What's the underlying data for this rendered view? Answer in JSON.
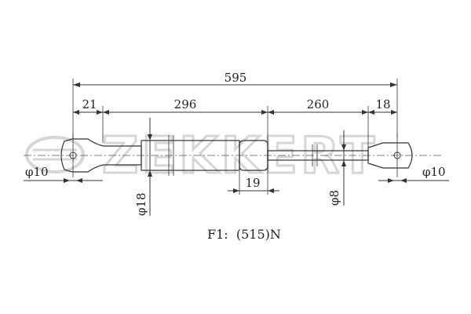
{
  "watermark": {
    "text": "ZEKKERT"
  },
  "dimensions": {
    "overall": "595",
    "left_end": "21",
    "body": "296",
    "rod": "260",
    "right_end": "18",
    "body_offset": "19"
  },
  "diameters": {
    "left_eye": "φ10",
    "right_eye": "φ10",
    "body": "φ18",
    "rod": "φ8"
  },
  "force": "F1:  (515)N"
}
